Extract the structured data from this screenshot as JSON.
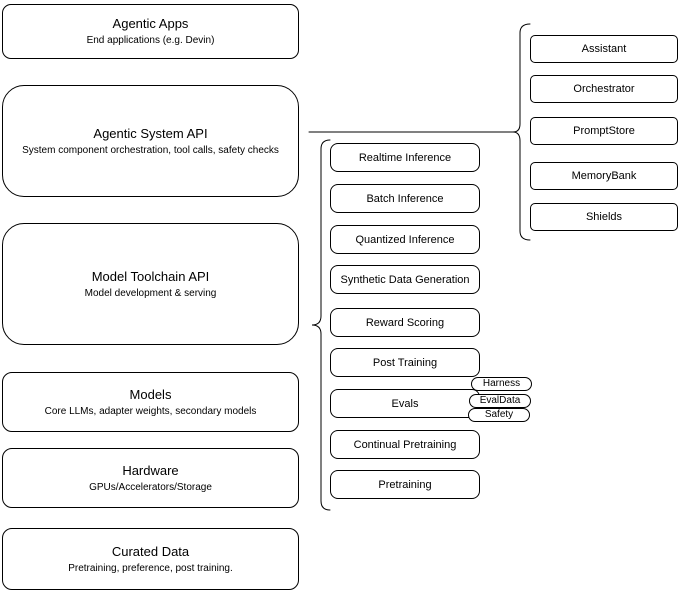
{
  "diagram": {
    "colors": {
      "stroke": "#000000",
      "background": "#ffffff"
    },
    "left_nodes": [
      {
        "title": "Agentic Apps",
        "subtitle": "End applications (e.g. Devin)"
      },
      {
        "title": "Agentic System API",
        "subtitle": "System component orchestration, tool calls, safety checks"
      },
      {
        "title": "Model Toolchain API",
        "subtitle": "Model development & serving"
      },
      {
        "title": "Models",
        "subtitle": "Core LLMs, adapter weights, secondary models"
      },
      {
        "title": "Hardware",
        "subtitle": "GPUs/Accelerators/Storage"
      },
      {
        "title": "Curated Data",
        "subtitle": "Pretraining, preference, post training."
      }
    ],
    "toolchain_services": [
      "Realtime Inference",
      "Batch Inference",
      "Quantized Inference",
      "Synthetic Data Generation",
      "Reward Scoring",
      "Post Training",
      "Evals",
      "Continual Pretraining",
      "Pretraining"
    ],
    "eval_tags": [
      "Harness",
      "EvalData",
      "Safety"
    ],
    "agentic_components": [
      "Assistant",
      "Orchestrator",
      "PromptStore",
      "MemoryBank",
      "Shields"
    ]
  }
}
